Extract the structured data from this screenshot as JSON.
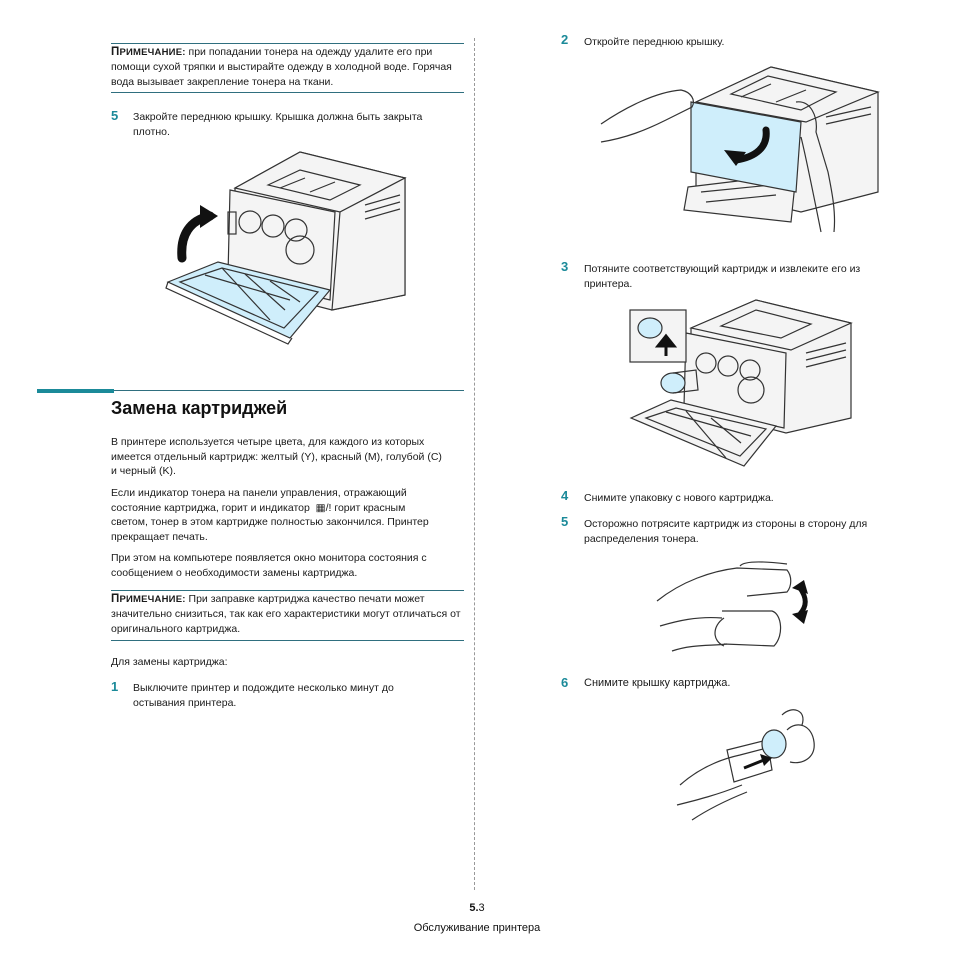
{
  "left": {
    "note1": {
      "label_cap": "П",
      "label_rest": "РИМЕЧАНИЕ:",
      "lines": [
        " при попадании тонера на одежду удалите его при",
        "помощи сухой тряпки и выстирайте одежду в холодной воде. Горячая",
        "вода вызывает закрепление тонера на ткани."
      ]
    },
    "step5": {
      "num": "5",
      "lines": [
        "Закройте переднюю крышку. Крышка должна быть закрыта",
        "плотно."
      ]
    },
    "section_title": "Замена картриджей",
    "para1": [
      "В принтере используется четыре цвета, для каждого из которых",
      "имеется отдельный картридж: желтый (Y), красный (M), голубой (C)",
      "и черный (K)."
    ],
    "para2": [
      "Если индикатор тонера на панели управления, отражающий",
      "состояние картриджа, горит и индикатор",
      "горит красным",
      "светом, тонер в этом картридже полностью закончился. Принтер",
      "прекращает печать."
    ],
    "para2_symbol": "▦/!",
    "para3": [
      "При этом на компьютере появляется окно монитора состояния с",
      "сообщением о необходимости замены картриджа."
    ],
    "note2": {
      "label_cap": "П",
      "label_rest": "РИМЕЧАНИЕ:",
      "lines": [
        " При заправке картриджа качество печати может",
        "значительно снизиться, так как его характеристики могут отличаться от",
        "оригинального картриджа."
      ]
    },
    "intro": "Для замены картриджа:",
    "step1": {
      "num": "1",
      "lines": [
        "Выключите принтер и подождите несколько минут до",
        "остывания принтера."
      ]
    }
  },
  "right": {
    "step2": {
      "num": "2",
      "lines": [
        "Откройте переднюю крышку."
      ]
    },
    "step3": {
      "num": "3",
      "lines": [
        "Потяните соответствующий картридж и извлеките его из",
        "принтера."
      ]
    },
    "step4": {
      "num": "4",
      "lines": [
        "Снимите упаковку с нового картриджа."
      ]
    },
    "step5": {
      "num": "5",
      "lines": [
        "Осторожно потрясите картридж из стороны в сторону для",
        "распределения тонера."
      ]
    },
    "step6": {
      "num": "6",
      "lines": [
        "Снимите крышку картриджа."
      ]
    }
  },
  "footer": {
    "page_bold": "5.",
    "page_rest": "3",
    "chapter": "Обслуживание принтера"
  },
  "colors": {
    "accent": "#1b8a99",
    "rule": "#2f6f7f",
    "highlight_blue": "#cfeefb"
  }
}
